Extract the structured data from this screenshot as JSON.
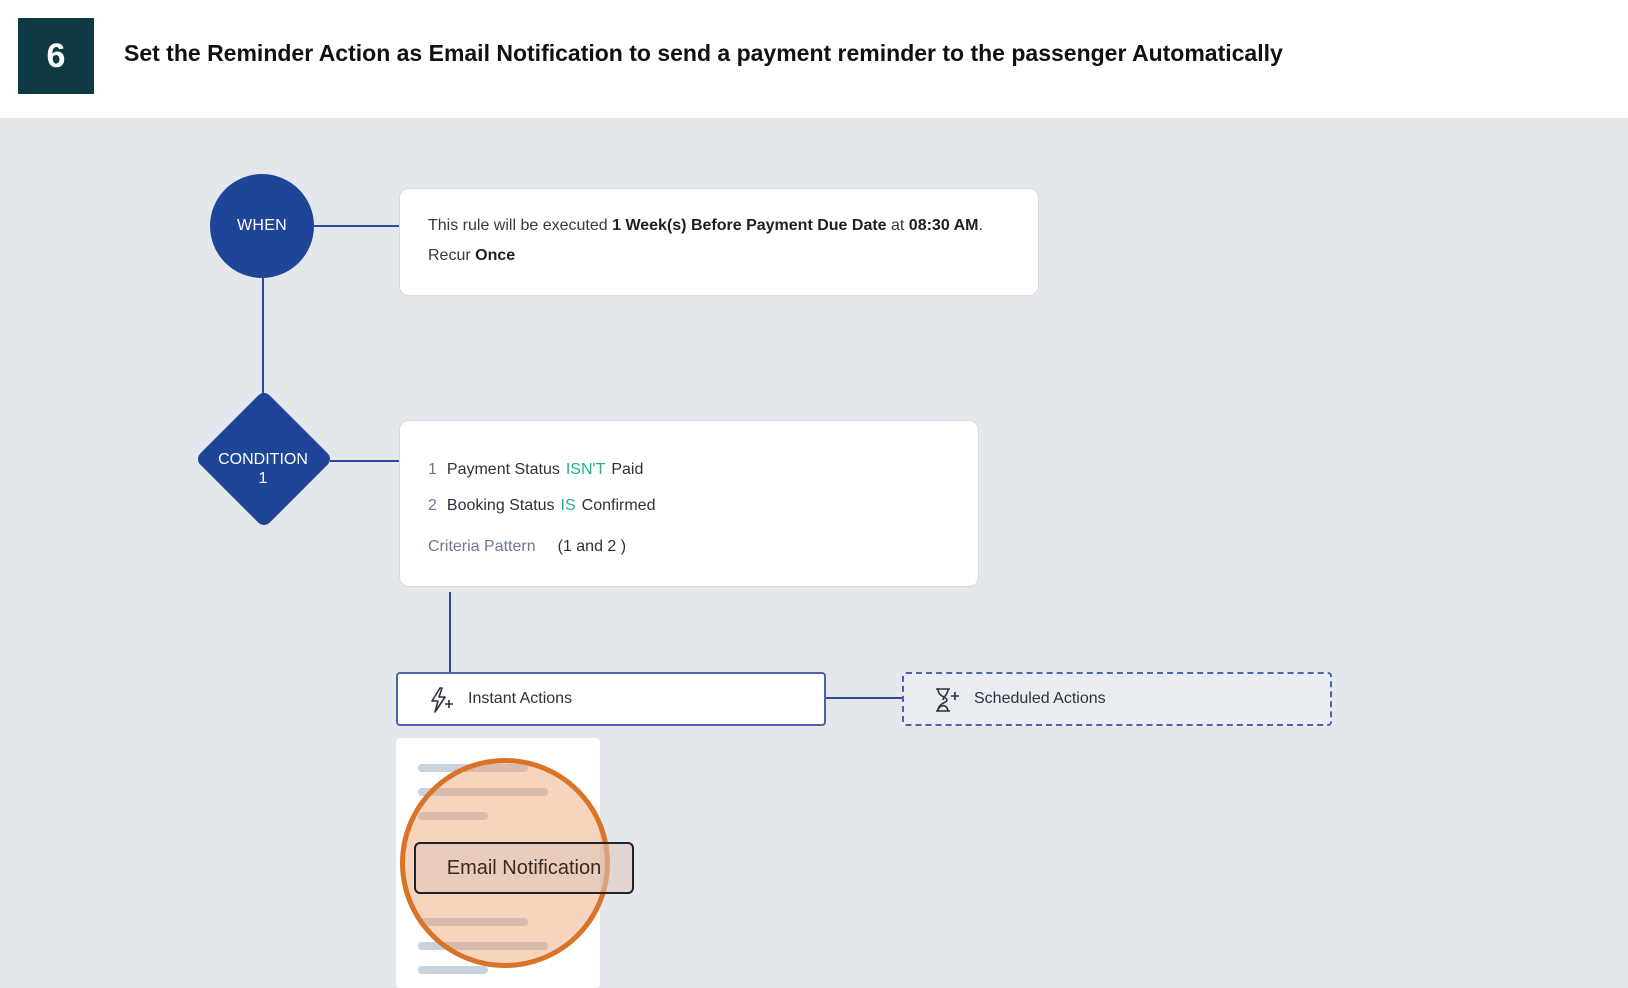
{
  "header": {
    "step_number": "6",
    "title": "Set the Reminder Action as Email Notification to send a payment reminder to the passenger Automatically"
  },
  "workflow": {
    "when_node": {
      "label": "WHEN"
    },
    "when_card": {
      "prefix": "This rule will be executed ",
      "timing": "1 Week(s) Before Payment Due Date",
      "at_text": " at ",
      "time": "08:30 AM",
      "period": ".",
      "recur_label": "Recur ",
      "recur_value": "Once"
    },
    "condition_node": {
      "line1": "CONDITION",
      "line2": "1"
    },
    "condition_card": {
      "criteria": [
        {
          "num": "1",
          "field": "Payment Status",
          "operator": "ISN'T",
          "value": "Paid"
        },
        {
          "num": "2",
          "field": "Booking Status",
          "operator": "IS",
          "value": "Confirmed"
        }
      ],
      "pattern_label": "Criteria Pattern",
      "pattern_value": "(1 and 2 )"
    },
    "instant_actions": {
      "label": "Instant Actions",
      "icon": "bolt-plus-icon"
    },
    "scheduled_actions": {
      "label": "Scheduled Actions",
      "icon": "hourglass-plus-icon"
    },
    "action_menu": {
      "highlighted_item": "Email Notification"
    }
  },
  "colors": {
    "badge_bg": "#0e3b43",
    "node_blue": "#1f4599",
    "operator_green": "#27b08e",
    "highlight_orange": "#d97327"
  }
}
